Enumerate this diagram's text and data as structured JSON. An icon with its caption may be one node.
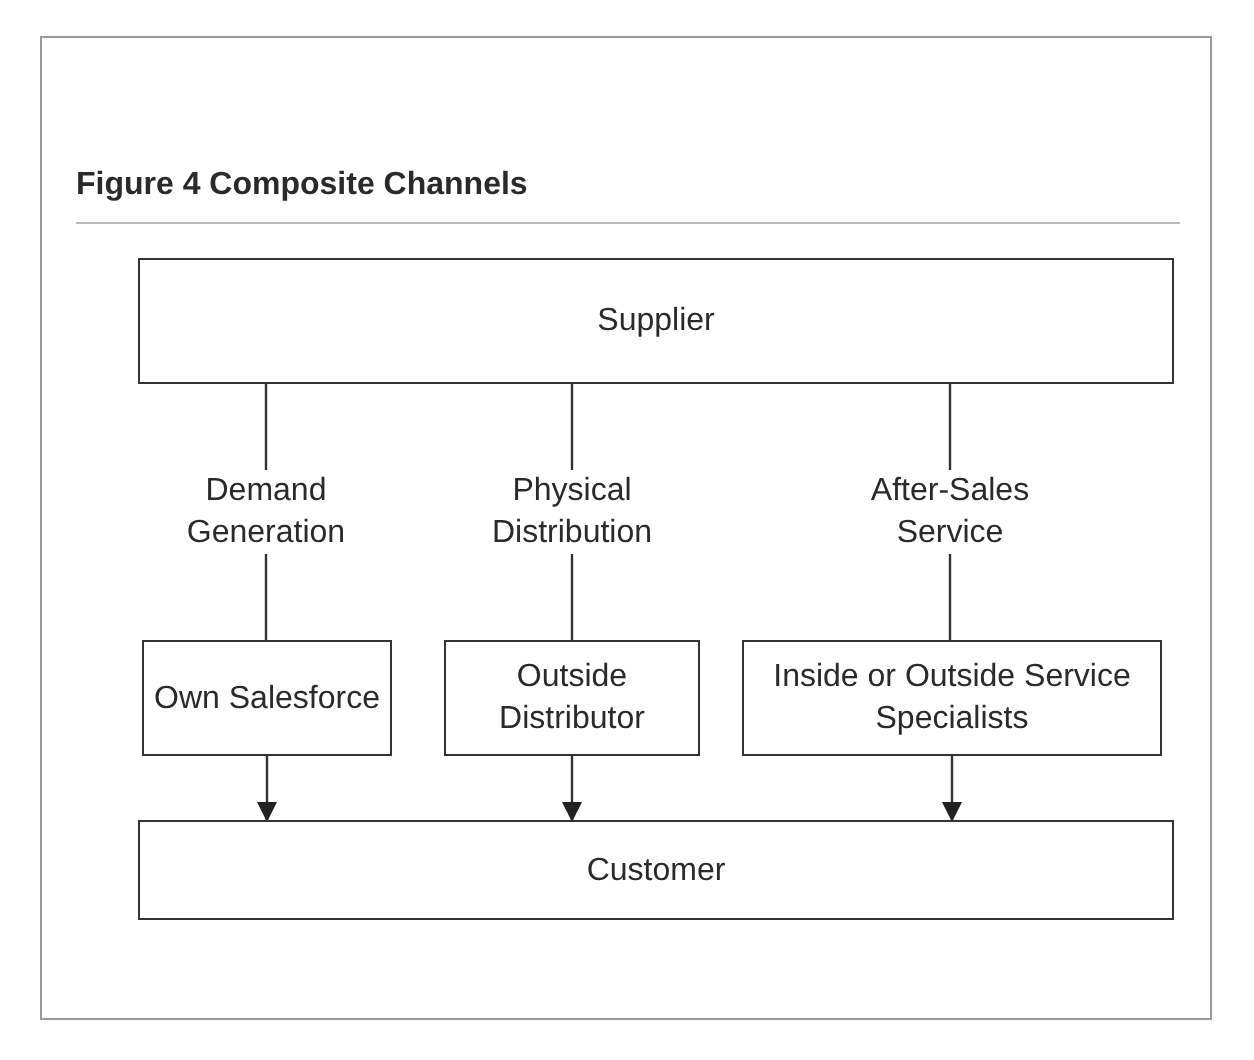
{
  "diagram": {
    "title": "Figure 4 Composite Channels",
    "nodes": [
      {
        "text": [
          "Supplier"
        ]
      },
      {
        "text": [
          "Own Salesforce"
        ]
      },
      {
        "text": [
          "Outside Distributor"
        ]
      },
      {
        "text": [
          "Inside or Outside Service Specialists"
        ]
      },
      {
        "text": [
          "Customer"
        ]
      }
    ],
    "edges": [
      {
        "from": 0,
        "to": 1,
        "arrow": "none",
        "label": "Demand Generation"
      },
      {
        "from": 0,
        "to": 2,
        "arrow": "none",
        "label": "Physical Distribution"
      },
      {
        "from": 0,
        "to": 3,
        "arrow": "none",
        "label": "After-Sales Service"
      },
      {
        "from": 1,
        "to": 4,
        "arrow": "to"
      },
      {
        "from": 2,
        "to": 4,
        "arrow": "to"
      },
      {
        "from": 3,
        "to": 4,
        "arrow": "to"
      }
    ]
  }
}
